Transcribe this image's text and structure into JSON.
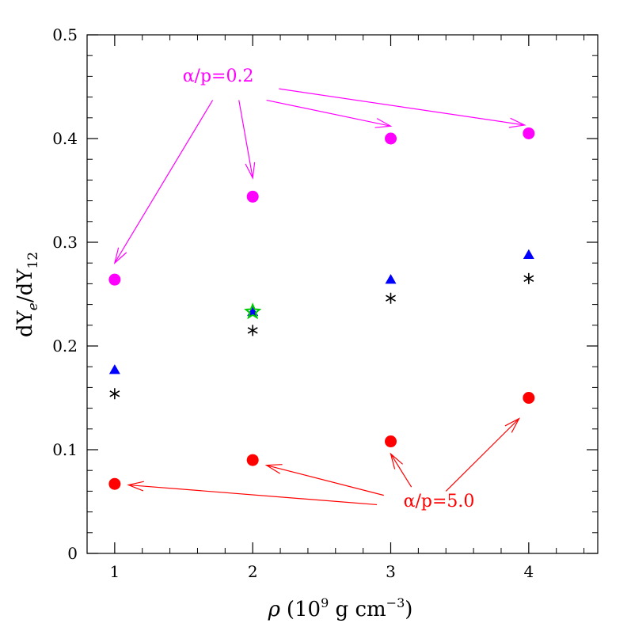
{
  "chart_data": {
    "type": "scatter",
    "xlim": [
      0.8,
      4.5
    ],
    "ylim": [
      0,
      0.5
    ],
    "x_ticks": [
      "1",
      "2",
      "3",
      "4"
    ],
    "y_ticks": [
      "0",
      "0.1",
      "0.2",
      "0.3",
      "0.4",
      "0.5"
    ],
    "xlabel": {
      "rho": "ρ",
      "open": "(10",
      "exp1": "9",
      "mid": " g  cm",
      "exp2": "−3",
      "close": ")"
    },
    "ylabel": {
      "d1": "dY",
      "sub_e": "e",
      "slash": "/dY",
      "sub_12": "12"
    },
    "series": [
      {
        "marker": "circle",
        "color": "#ff00ff",
        "x": [
          1,
          2,
          3,
          4
        ],
        "y": [
          0.264,
          0.344,
          0.4,
          0.405
        ]
      },
      {
        "marker": "triangle",
        "color": "#0000ff",
        "x": [
          1,
          2,
          3,
          4
        ],
        "y": [
          0.177,
          0.233,
          0.264,
          0.288
        ]
      },
      {
        "marker": "asterisk",
        "color": "#000000",
        "x": [
          1,
          2,
          3,
          4
        ],
        "y": [
          0.154,
          0.215,
          0.246,
          0.265
        ]
      },
      {
        "marker": "star",
        "color": "#00cc00",
        "x": [
          2
        ],
        "y": [
          0.233
        ]
      },
      {
        "marker": "circle",
        "color": "#ff0000",
        "x": [
          1,
          2,
          3,
          4
        ],
        "y": [
          0.067,
          0.09,
          0.108,
          0.15
        ]
      }
    ],
    "annotations": [
      {
        "text": "α/p=0.2",
        "color": "#ff00ff",
        "x": 1.75,
        "y": 0.455,
        "arrows": [
          {
            "from": [
              1.71,
              0.437
            ],
            "to": [
              1.0,
              0.28
            ]
          },
          {
            "from": [
              1.9,
              0.437
            ],
            "to": [
              2.0,
              0.362
            ]
          },
          {
            "from": [
              2.1,
              0.437
            ],
            "to": [
              3.0,
              0.412
            ]
          },
          {
            "from": [
              2.19,
              0.448
            ],
            "to": [
              3.97,
              0.413
            ]
          }
        ]
      },
      {
        "text": "α/p=5.0",
        "color": "#ff0000",
        "x": 3.35,
        "y": 0.045,
        "arrows": [
          {
            "from": [
              2.9,
              0.047
            ],
            "to": [
              1.1,
              0.066
            ]
          },
          {
            "from": [
              2.95,
              0.056
            ],
            "to": [
              2.1,
              0.085
            ]
          },
          {
            "from": [
              3.15,
              0.064
            ],
            "to": [
              3.0,
              0.096
            ]
          },
          {
            "from": [
              3.4,
              0.06
            ],
            "to": [
              3.93,
              0.13
            ]
          }
        ]
      }
    ]
  }
}
